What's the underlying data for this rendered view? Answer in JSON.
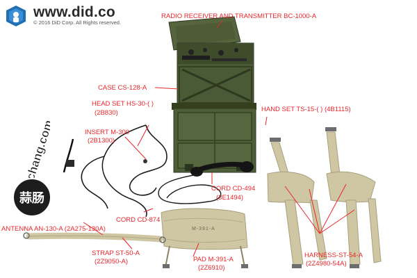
{
  "brand": {
    "url": "www.did.co",
    "copyright": "© 2016 DiD Corp. All Rights reserved."
  },
  "watermark": {
    "text": "suanchang.com",
    "badge_text": "蒜肠"
  },
  "labels": {
    "radio": "RADIO RECEIVER AND TRANSMITTER BC-1000-A",
    "case": "CASE CS-128-A",
    "headset": "HEAD  SET  HS-30-(  )",
    "headset_code": "(2B830)",
    "handset": "HAND SET TS-15-(  ) (4B1115)",
    "insert": "INSERT  M-300",
    "insert_code": "(2B1300)",
    "cord494": "CORD CD-494",
    "cord494_code": "(3E1494)",
    "cord874": "CORD  CD-874",
    "antenna": "ANTENNA  AN-130-A (2A275-130A)",
    "strap": "STRAP ST-50-A",
    "strap_code": "(2Z9050-A)",
    "pad": "PAD  M-391-A",
    "pad_code": "(2Z6910)",
    "harness": "HARNESS-ST-54-A",
    "harness_code": "(2Z4980-54A)",
    "pad_marking": "M-391-A"
  },
  "colors": {
    "label": "#e8262a",
    "olive": "#4b5a36",
    "olive_dark": "#35401f",
    "webbing": "#cfc7a4",
    "cable": "#1c1c1c"
  }
}
